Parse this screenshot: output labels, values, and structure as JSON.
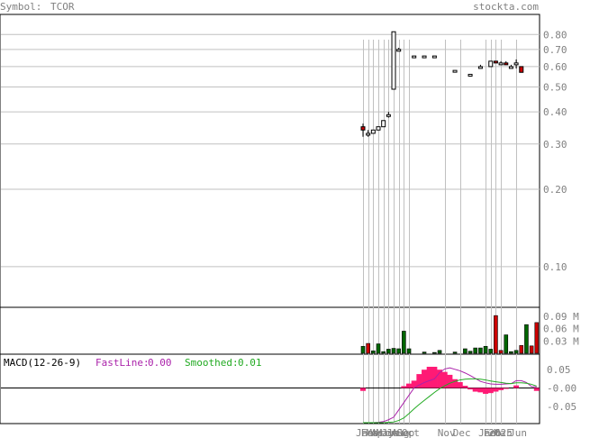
{
  "header": {
    "symbol_label": "Symbol:",
    "symbol": "TCOR",
    "site": "stockta.com"
  },
  "colors": {
    "frame": "#000000",
    "grid": "#c0c0c0",
    "label_gray": "#808080",
    "up_bar": "#006600",
    "down_bar": "#cc0000",
    "histogram": "#ff1a75",
    "fastline": "#aa22aa",
    "smoothed": "#22aa22"
  },
  "chart_data": [
    {
      "type": "candlestick",
      "scale": "log",
      "ylim": [
        0.07,
        0.95
      ],
      "yticks": [
        0.1,
        0.2,
        0.3,
        0.4,
        0.5,
        0.6,
        0.7,
        0.8
      ],
      "ytick_labels": [
        "0.10",
        "0.20",
        "0.30",
        "0.40",
        "0.50",
        "0.60",
        "0.70",
        "0.80"
      ],
      "month_labels": [
        "Jan",
        "Feb",
        "Mar",
        "Apr",
        "May",
        "Jun",
        "Jul",
        "Aug",
        "Sep",
        "Oct",
        "Nov",
        "Dec",
        "Jan",
        "Feb",
        "2025",
        "Mar",
        "Jun"
      ],
      "month_index": [
        0,
        1,
        2,
        3,
        4,
        5,
        6,
        7,
        8,
        9,
        16,
        19,
        24,
        25,
        26,
        27,
        30
      ],
      "bars": [
        {
          "i": 0,
          "o": 0.35,
          "h": 0.36,
          "l": 0.32,
          "c": 0.34
        },
        {
          "i": 1,
          "o": 0.33,
          "h": 0.34,
          "l": 0.32,
          "c": 0.33
        },
        {
          "i": 2,
          "o": 0.33,
          "h": 0.34,
          "l": 0.33,
          "c": 0.34
        },
        {
          "i": 3,
          "o": 0.34,
          "h": 0.35,
          "l": 0.34,
          "c": 0.35
        },
        {
          "i": 4,
          "o": 0.35,
          "h": 0.37,
          "l": 0.35,
          "c": 0.37
        },
        {
          "i": 5,
          "o": 0.39,
          "h": 0.4,
          "l": 0.38,
          "c": 0.39
        },
        {
          "i": 6,
          "o": 0.49,
          "h": 0.82,
          "l": 0.49,
          "c": 0.82
        },
        {
          "i": 7,
          "o": 0.7,
          "h": 0.71,
          "l": 0.69,
          "c": 0.7
        },
        {
          "i": 10,
          "o": 0.66,
          "h": 0.66,
          "l": 0.65,
          "c": 0.66
        },
        {
          "i": 12,
          "o": 0.66,
          "h": 0.66,
          "l": 0.65,
          "c": 0.66
        },
        {
          "i": 14,
          "o": 0.66,
          "h": 0.66,
          "l": 0.65,
          "c": 0.66
        },
        {
          "i": 18,
          "o": 0.58,
          "h": 0.58,
          "l": 0.57,
          "c": 0.58
        },
        {
          "i": 21,
          "o": 0.56,
          "h": 0.56,
          "l": 0.55,
          "c": 0.56
        },
        {
          "i": 23,
          "o": 0.6,
          "h": 0.61,
          "l": 0.6,
          "c": 0.6
        },
        {
          "i": 25,
          "o": 0.6,
          "h": 0.63,
          "l": 0.6,
          "c": 0.63
        },
        {
          "i": 26,
          "o": 0.63,
          "h": 0.63,
          "l": 0.62,
          "c": 0.62
        },
        {
          "i": 27,
          "o": 0.62,
          "h": 0.63,
          "l": 0.62,
          "c": 0.62
        },
        {
          "i": 28,
          "o": 0.62,
          "h": 0.63,
          "l": 0.61,
          "c": 0.61
        },
        {
          "i": 29,
          "o": 0.6,
          "h": 0.61,
          "l": 0.59,
          "c": 0.6
        },
        {
          "i": 30,
          "o": 0.61,
          "h": 0.64,
          "l": 0.59,
          "c": 0.62
        },
        {
          "i": 31,
          "o": 0.6,
          "h": 0.6,
          "l": 0.57,
          "c": 0.57
        }
      ]
    },
    {
      "type": "bar",
      "series": "volume",
      "ylim": [
        0,
        0.11
      ],
      "yticks": [
        0.03,
        0.06,
        0.09
      ],
      "ytick_labels": [
        "0.03 M",
        "0.06 M",
        "0.09 M"
      ],
      "bars": [
        {
          "i": 0,
          "v": 0.017,
          "dir": "up"
        },
        {
          "i": 1,
          "v": 0.024,
          "dir": "down"
        },
        {
          "i": 2,
          "v": 0.006,
          "dir": "up"
        },
        {
          "i": 3,
          "v": 0.023,
          "dir": "up"
        },
        {
          "i": 4,
          "v": 0.004,
          "dir": "up"
        },
        {
          "i": 5,
          "v": 0.01,
          "dir": "up"
        },
        {
          "i": 6,
          "v": 0.012,
          "dir": "up"
        },
        {
          "i": 7,
          "v": 0.011,
          "dir": "up"
        },
        {
          "i": 8,
          "v": 0.054,
          "dir": "up"
        },
        {
          "i": 9,
          "v": 0.011,
          "dir": "up"
        },
        {
          "i": 12,
          "v": 0.003,
          "dir": "up"
        },
        {
          "i": 14,
          "v": 0.002,
          "dir": "up"
        },
        {
          "i": 15,
          "v": 0.007,
          "dir": "up"
        },
        {
          "i": 18,
          "v": 0.003,
          "dir": "up"
        },
        {
          "i": 20,
          "v": 0.011,
          "dir": "up"
        },
        {
          "i": 21,
          "v": 0.005,
          "dir": "up"
        },
        {
          "i": 22,
          "v": 0.013,
          "dir": "up"
        },
        {
          "i": 23,
          "v": 0.013,
          "dir": "up"
        },
        {
          "i": 24,
          "v": 0.017,
          "dir": "up"
        },
        {
          "i": 25,
          "v": 0.01,
          "dir": "up"
        },
        {
          "i": 26,
          "v": 0.092,
          "dir": "down"
        },
        {
          "i": 27,
          "v": 0.007,
          "dir": "down"
        },
        {
          "i": 28,
          "v": 0.045,
          "dir": "up"
        },
        {
          "i": 29,
          "v": 0.004,
          "dir": "up"
        },
        {
          "i": 30,
          "v": 0.007,
          "dir": "up"
        },
        {
          "i": 31,
          "v": 0.019,
          "dir": "down"
        },
        {
          "i": 32,
          "v": 0.07,
          "dir": "up"
        },
        {
          "i": 33,
          "v": 0.018,
          "dir": "down"
        },
        {
          "i": 34,
          "v": 0.075,
          "dir": "down"
        }
      ]
    },
    {
      "type": "line",
      "name": "MACD",
      "title": "MACD(12-26-9)",
      "fast_label": "FastLine:",
      "fast_value": "0.00",
      "smooth_label": "Smoothed:",
      "smooth_value": "0.01",
      "ylim": [
        -0.095,
        0.09
      ],
      "yticks": [
        0.05,
        0.0,
        -0.05
      ],
      "ytick_labels": [
        "0.05",
        "-0.00",
        "-0.05"
      ],
      "x": [
        0,
        1,
        2,
        3,
        4,
        5,
        6,
        7,
        8,
        9,
        10,
        11,
        12,
        13,
        14,
        15,
        16,
        17,
        18,
        19,
        20,
        21,
        22,
        23,
        24,
        25,
        26,
        27,
        28,
        29,
        30,
        31,
        32,
        33,
        34
      ],
      "fastline": [
        -0.095,
        -0.095,
        -0.095,
        -0.094,
        -0.092,
        -0.087,
        -0.08,
        -0.06,
        -0.04,
        -0.02,
        0.0,
        0.008,
        0.015,
        0.02,
        0.025,
        0.042,
        0.052,
        0.055,
        0.051,
        0.047,
        0.041,
        0.034,
        0.026,
        0.018,
        0.014,
        0.011,
        0.01,
        0.01,
        0.011,
        0.012,
        0.02,
        0.02,
        0.015,
        0.004,
        0.003
      ],
      "smoothed": [
        -0.095,
        -0.095,
        -0.095,
        -0.095,
        -0.095,
        -0.094,
        -0.093,
        -0.089,
        -0.082,
        -0.07,
        -0.057,
        -0.045,
        -0.034,
        -0.023,
        -0.012,
        -0.002,
        0.006,
        0.013,
        0.018,
        0.022,
        0.024,
        0.025,
        0.025,
        0.024,
        0.022,
        0.019,
        0.017,
        0.015,
        0.013,
        0.012,
        0.014,
        0.014,
        0.013,
        0.01,
        0.005
      ],
      "histogram": [
        -0.008,
        0,
        0,
        0,
        0,
        0,
        0,
        0,
        0.005,
        0.012,
        0.02,
        0.038,
        0.05,
        0.058,
        0.058,
        0.05,
        0.044,
        0.036,
        0.024,
        0.016,
        0.006,
        -0.004,
        -0.01,
        -0.012,
        -0.016,
        -0.014,
        -0.01,
        -0.006,
        -0.002,
        0.0,
        0.007,
        0.0,
        0.0,
        0.0,
        -0.008
      ]
    }
  ]
}
